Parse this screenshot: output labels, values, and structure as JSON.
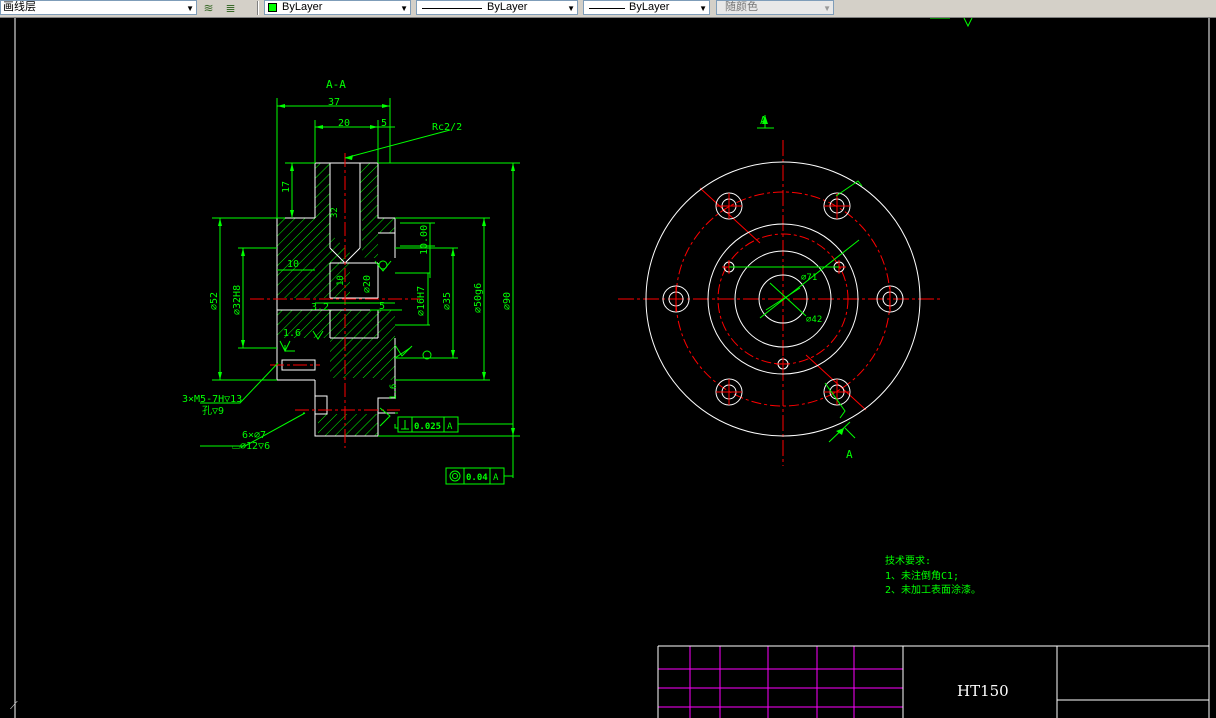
{
  "toolbar": {
    "layer_name": "画线层",
    "color": "ByLayer",
    "color_swatch": "#00ff00",
    "linetype": "ByLayer",
    "lineweight": "ByLayer",
    "plot_style": "随颜色"
  },
  "drawing": {
    "section_label": "A-A",
    "cut_label_top": "A",
    "cut_label_bottom": "A",
    "dims": {
      "d37": "37",
      "d20": "20",
      "d5a": "5",
      "rc": "Rc2/2",
      "d17": "17",
      "d32": "32",
      "d1000": "10.00",
      "d52": "⌀52",
      "d32h8": "⌀32H8",
      "d10": "10",
      "d10b": "10",
      "d20b": "⌀20",
      "d16h7": "⌀16H7",
      "d35": "⌀35",
      "d50g6": "⌀50g6",
      "d90": "⌀90",
      "r32": "3.2",
      "d5b": "5",
      "r16": "1.6",
      "r16b": "1.6",
      "thread1": "3×M5-7H▽13",
      "thread2": "孔▽9",
      "hole1": "6×⌀7",
      "hole2": "⌴⌀12▽6",
      "tol1": "0.025",
      "tol1_ref": "A",
      "tol2": "0.04",
      "tol2_ref": "A",
      "phi71": "⌀71",
      "phi42": "⌀42"
    },
    "notes": {
      "title": "技术要求:",
      "line1": "1、未注倒角C1;",
      "line2": "2、未加工表面涂漆。"
    },
    "title_block": {
      "material": "HT150"
    }
  },
  "colors": {
    "green": "#00ff00",
    "red": "#ff0000",
    "white": "#ffffff",
    "magenta": "#ff00ff",
    "yellow": "#ffff00"
  }
}
